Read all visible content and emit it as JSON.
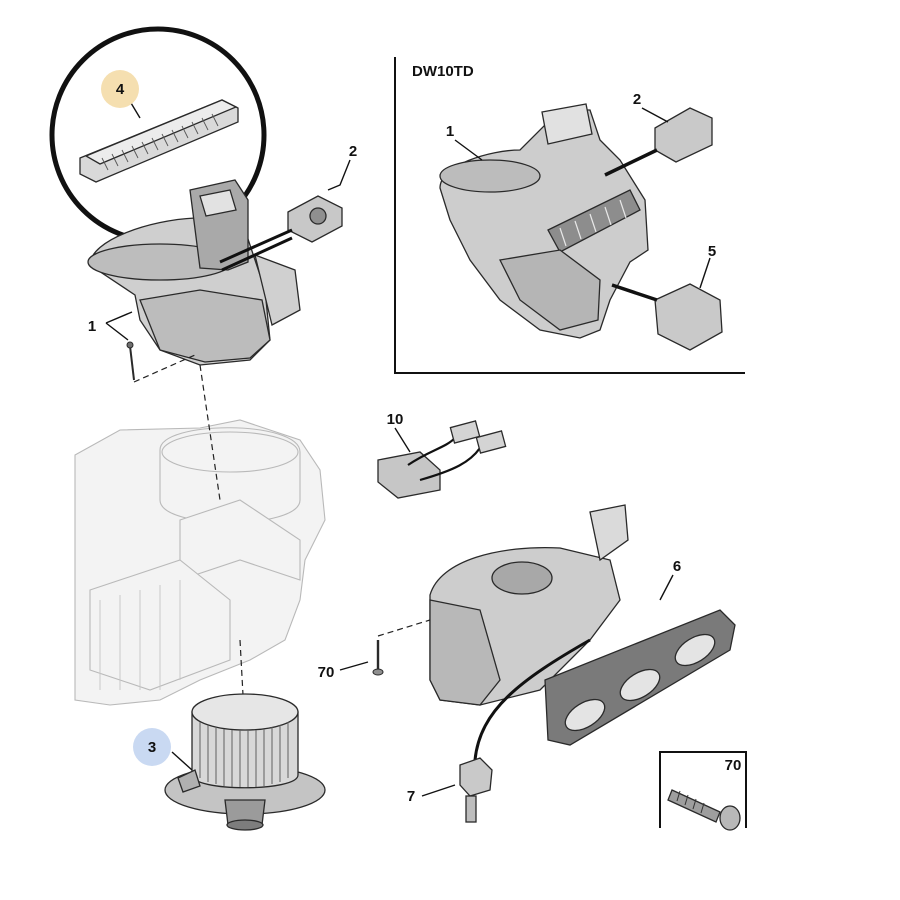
{
  "diagram": {
    "inset_variant": {
      "title": "DW10TD"
    },
    "callouts": {
      "c4": "4",
      "c3": "3",
      "c2_main": "2",
      "c1_main": "1",
      "c1_inset": "1",
      "c2_inset": "2",
      "c5_inset": "5",
      "c10": "10",
      "c6": "6",
      "c70_main": "70",
      "c7": "7",
      "c70_detail": "70"
    },
    "highlight_colors": {
      "callout_4": "#f5dfb0",
      "callout_3": "#c9d9f2"
    },
    "part_colors": {
      "body": "#d6d6d6",
      "body_dark": "#9c9c9c",
      "ghost": "#f3f3f3",
      "line": "#2a2a2a"
    }
  }
}
